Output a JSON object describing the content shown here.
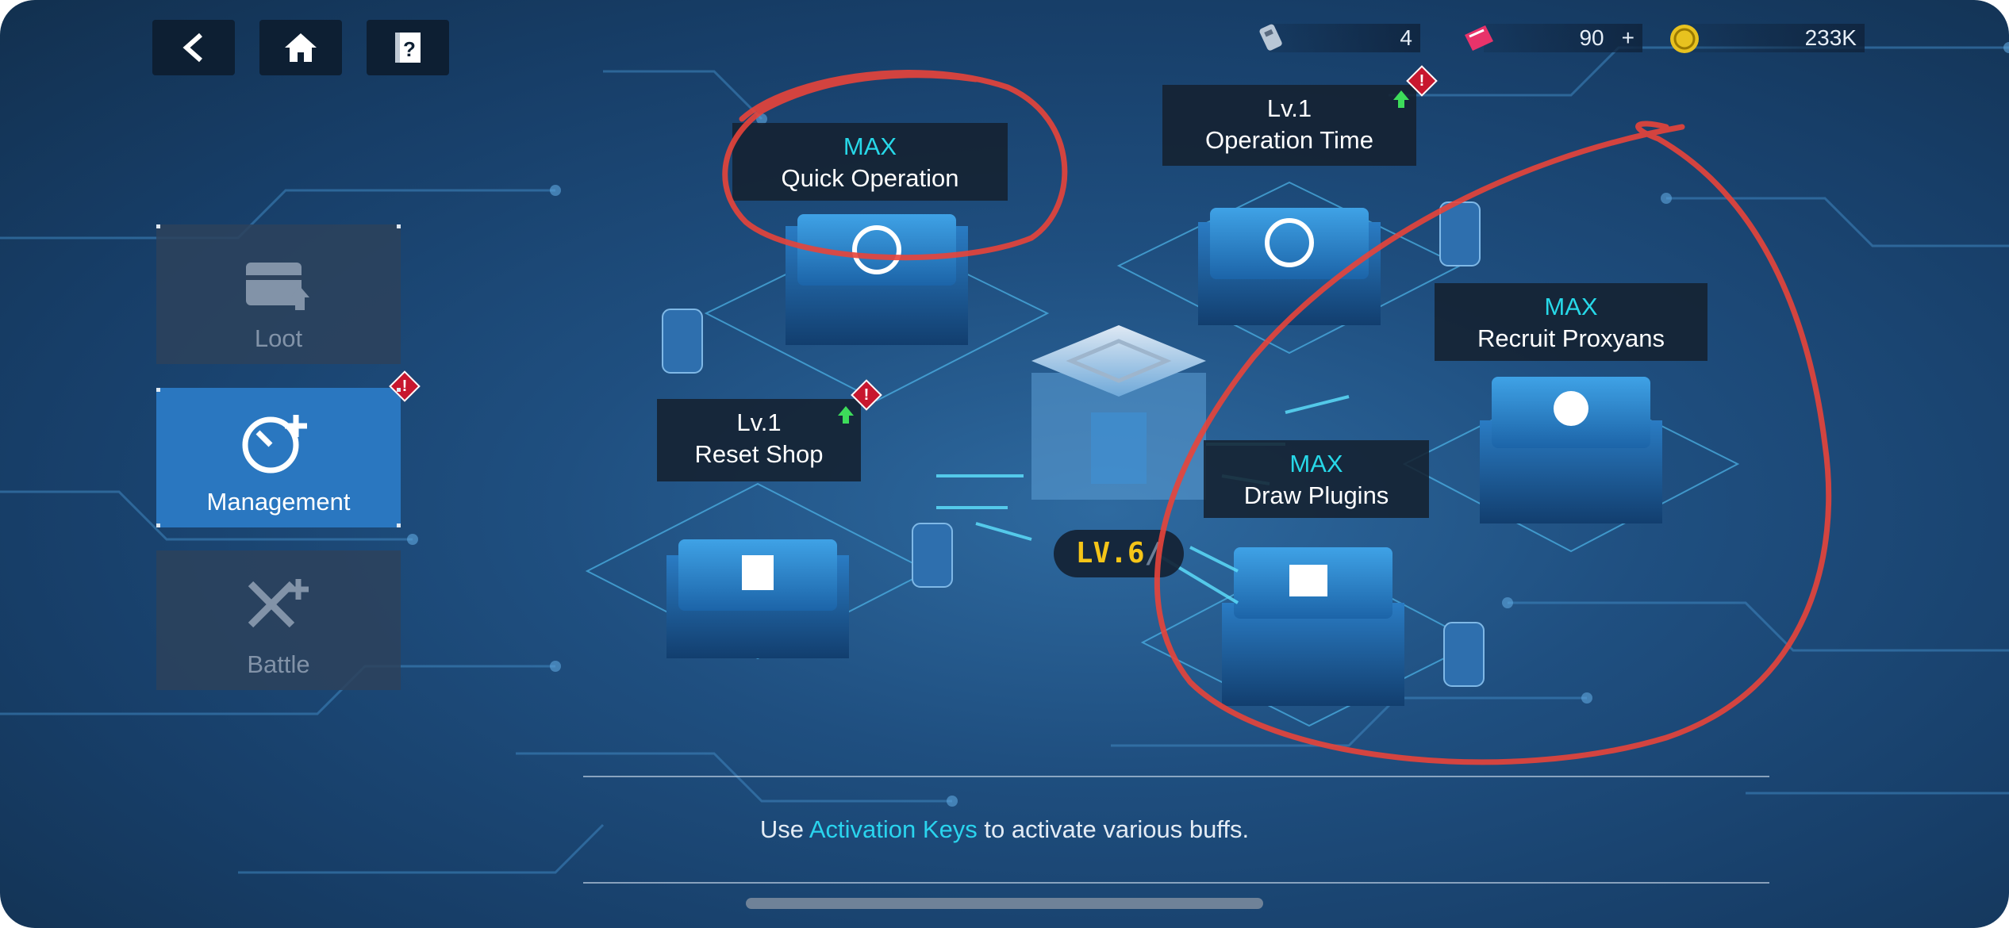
{
  "nav": {
    "back_icon": "chevron-left-icon",
    "home_icon": "home-icon",
    "help_icon": "question-book-icon"
  },
  "resources": [
    {
      "icon": "activation-key-icon",
      "value": "4"
    },
    {
      "icon": "ticket-icon",
      "value": "90",
      "plus": "+"
    },
    {
      "icon": "coin-icon",
      "value": "233K"
    }
  ],
  "sidebar": {
    "items": [
      {
        "label": "Loot",
        "icon": "loot-chest-icon",
        "active": false
      },
      {
        "label": "Management",
        "icon": "timer-plus-icon",
        "active": true,
        "alert": "!"
      },
      {
        "label": "Battle",
        "icon": "crossed-swords-icon",
        "active": false
      }
    ]
  },
  "modules": {
    "quick_operation": {
      "level": "MAX",
      "name": "Quick Operation"
    },
    "operation_time": {
      "level": "Lv.1",
      "name": "Operation Time",
      "alert": "!"
    },
    "reset_shop": {
      "level": "Lv.1",
      "name": "Reset Shop",
      "alert": "!"
    },
    "recruit_proxyans": {
      "level": "MAX",
      "name": "Recruit Proxyans"
    },
    "draw_plugins": {
      "level": "MAX",
      "name": "Draw Plugins"
    }
  },
  "core": {
    "level": "LV.6",
    "separator": "/"
  },
  "hint": {
    "prefix": "Use ",
    "highlight": "Activation Keys",
    "suffix": " to activate various buffs."
  },
  "colors": {
    "max": "#27d8e8",
    "alert": "#c8172e",
    "active_tab": "#2a77c0",
    "upgrade": "#3ddc5a",
    "level_gold": "#f5c518",
    "annotation": "#e8443a"
  }
}
